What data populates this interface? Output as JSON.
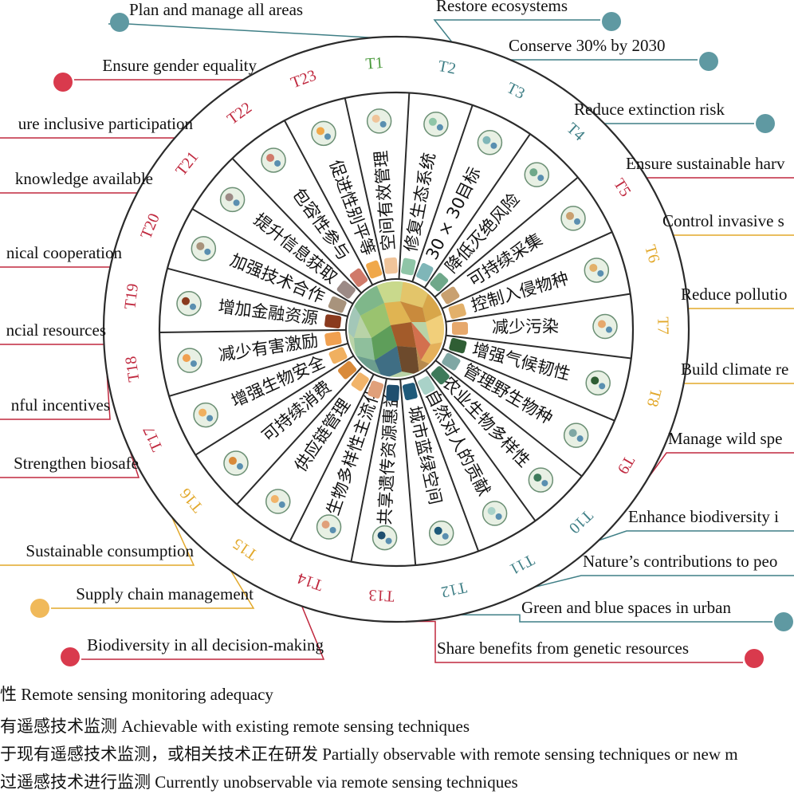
{
  "colors": {
    "red": "#c0293f",
    "teal": "#3f7f86",
    "green": "#4a9a3c",
    "orange": "#e2a82a",
    "dotRed": "#d93a4d",
    "dotTeal": "#5f99a2",
    "dotOrange": "#f0b95a",
    "ring": "#2b2b2b"
  },
  "targets": [
    {
      "code": "T1",
      "cn": "空间有效管理",
      "en": "Plan and manage all areas",
      "dot": "teal",
      "code_color": "green",
      "icon": "land-use-icon"
    },
    {
      "code": "T2",
      "cn": "修复生态系统",
      "en": "Restore ecosystems",
      "dot": "teal",
      "code_color": "teal",
      "icon": "earth-restore-icon"
    },
    {
      "code": "T3",
      "cn": "30 × 30目标",
      "en": "Conserve 30% by 2030",
      "dot": "teal",
      "code_color": "teal",
      "icon": "globe-target-icon"
    },
    {
      "code": "T4",
      "cn": "降低灭绝风险",
      "en": "Reduce extinction risk",
      "dot": "teal",
      "code_color": "teal",
      "icon": "crocodile-icon"
    },
    {
      "code": "T5",
      "cn": "可持续采集",
      "en": "Ensure sustainable harv",
      "dot": "red",
      "code_color": "red",
      "icon": "deer-icon"
    },
    {
      "code": "T6",
      "cn": "控制入侵物种",
      "en": "Control invasive s",
      "dot": "orange",
      "code_color": "orange",
      "icon": "flower-icon"
    },
    {
      "code": "T7",
      "cn": "减少污染",
      "en": "Reduce pollutio",
      "dot": "orange",
      "code_color": "orange",
      "icon": "pollution-icon"
    },
    {
      "code": "T8",
      "cn": "增强气候韧性",
      "en": "Build climate re",
      "dot": "orange",
      "code_color": "orange",
      "icon": "thermometer-globe-icon"
    },
    {
      "code": "T9",
      "cn": "管理野生物种",
      "en": "Manage wild spe",
      "dot": "red",
      "code_color": "red",
      "icon": "wild-plant-icon"
    },
    {
      "code": "T10",
      "cn": "农业生物多样性",
      "en": "Enhance biodiversity i",
      "dot": "teal",
      "code_color": "teal",
      "icon": "agriculture-icon"
    },
    {
      "code": "T11",
      "cn": "自然对人的贡献",
      "en": "Nature’s contributions to peo",
      "dot": "teal",
      "code_color": "teal",
      "icon": "contribution-icon"
    },
    {
      "code": "T12",
      "cn": "城市蓝绿空间",
      "en": "Green and blue spaces in urban",
      "dot": "teal",
      "code_color": "teal",
      "icon": "city-icon"
    },
    {
      "code": "T13",
      "cn": "共享遗传资源惠益",
      "en": "Share benefits from genetic resources",
      "dot": "red",
      "code_color": "red",
      "icon": "dna-icon"
    },
    {
      "code": "T14",
      "cn": "生物多样性主流化",
      "en": "Biodiversity in all decision-making",
      "dot": "red",
      "code_color": "red",
      "icon": "mainstream-icon"
    },
    {
      "code": "T15",
      "cn": "供应链管理",
      "en": "Supply chain management",
      "dot": "orange",
      "code_color": "orange",
      "icon": "supply-chain-icon"
    },
    {
      "code": "T16",
      "cn": "可持续消费",
      "en": "Sustainable consumption",
      "dot": "orange",
      "code_color": "orange",
      "icon": "money-icon"
    },
    {
      "code": "T17",
      "cn": "增强生物安全",
      "en": "Strengthen biosafe",
      "dot": "red",
      "code_color": "red",
      "icon": "shield-icon"
    },
    {
      "code": "T18",
      "cn": "减少有害激励",
      "en": "nful incentives",
      "dot": "red",
      "code_color": "red",
      "icon": "bar-chart-icon"
    },
    {
      "code": "T19",
      "cn": "增加金融资源",
      "en": "ncial resources",
      "dot": "red",
      "code_color": "red",
      "icon": "coins-icon"
    },
    {
      "code": "T20",
      "cn": "加强技术合作",
      "en": "nical cooperation",
      "dot": "red",
      "code_color": "red",
      "icon": "handshake-icon"
    },
    {
      "code": "T21",
      "cn": "提升信息获取",
      "en": "knowledge available",
      "dot": "red",
      "code_color": "red",
      "icon": "info-icon"
    },
    {
      "code": "T22",
      "cn": "包容性参与",
      "en": "ure inclusive participation",
      "dot": "red",
      "code_color": "red",
      "icon": "indigenous-person-icon"
    },
    {
      "code": "T23",
      "cn": "促进性别平等",
      "en": "Ensure gender equality",
      "dot": "red",
      "code_color": "red",
      "icon": "gender-icon"
    }
  ],
  "legend": {
    "title": "性 Remote sensing monitoring adequacy",
    "items": [
      "有遥感技术监测 Achievable with existing remote sensing techniques",
      "于现有遥感技术监测，或相关技术正在研发 Partially observable with remote sensing techniques or new m",
      "过遥感技术进行监测 Currently unobservable via remote sensing techniques"
    ]
  }
}
